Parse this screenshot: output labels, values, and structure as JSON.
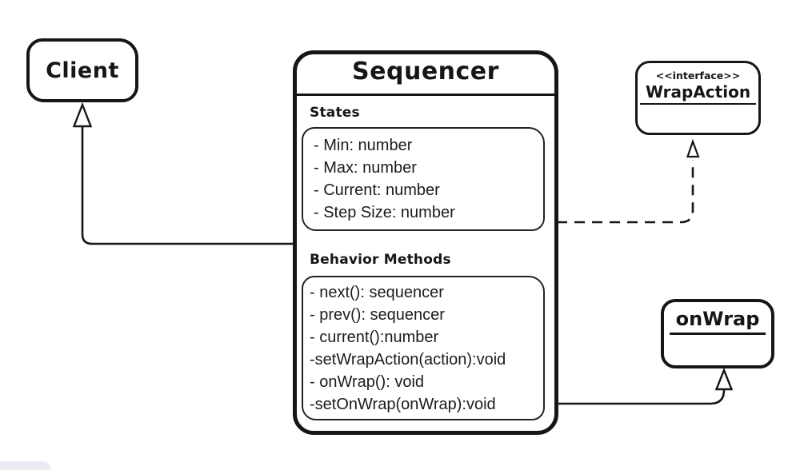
{
  "colors": {
    "ink": "#161616",
    "background": "#ffffff",
    "corner_shape": "#ecebf3"
  },
  "nodes": {
    "client": {
      "title": "Client"
    },
    "sequencer": {
      "title": "Sequencer",
      "sections": {
        "states": {
          "label": "States",
          "items": [
            "- Min: number",
            "- Max: number",
            "- Current: number",
            "- Step Size: number"
          ]
        },
        "methods": {
          "label": "Behavior Methods",
          "items": [
            "- next(): sequencer",
            "- prev(): sequencer",
            "- current():number",
            "-setWrapAction(action):void",
            "- onWrap(): void",
            "-setOnWrap(onWrap):void"
          ]
        }
      }
    },
    "wrap_action": {
      "stereotype": "<<interface>>",
      "title": "WrapAction"
    },
    "on_wrap": {
      "title": "onWrap"
    }
  },
  "connectors": [
    {
      "from": "sequencer",
      "to": "client",
      "style": "solid",
      "arrowhead": "hollow-triangle"
    },
    {
      "from": "sequencer",
      "to": "wrap_action",
      "style": "dashed",
      "arrowhead": "hollow-triangle"
    },
    {
      "from": "sequencer",
      "to": "on_wrap",
      "style": "solid",
      "arrowhead": "hollow-triangle"
    }
  ]
}
